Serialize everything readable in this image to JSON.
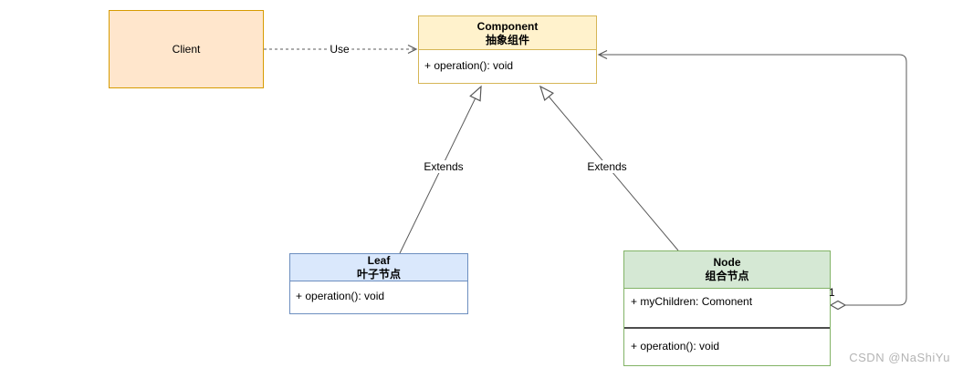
{
  "classes": {
    "client": {
      "name": "Client"
    },
    "component": {
      "name": "Component",
      "name_cn": "抽象组件",
      "operations": [
        "+ operation(): void"
      ]
    },
    "leaf": {
      "name": "Leaf",
      "name_cn": "叶子节点",
      "operations": [
        "+ operation(): void"
      ]
    },
    "node": {
      "name": "Node",
      "name_cn": "组合节点",
      "attributes": [
        "+ myChildren: Comonent"
      ],
      "operations": [
        "+ operation(): void"
      ]
    }
  },
  "edges": {
    "use": {
      "label": "Use",
      "type": "dashed-dependency",
      "from": "Client",
      "to": "Component"
    },
    "leaf_extends": {
      "label": "Extends",
      "type": "generalization",
      "from": "Leaf",
      "to": "Component"
    },
    "node_extends": {
      "label": "Extends",
      "type": "generalization",
      "from": "Node",
      "to": "Component"
    },
    "aggregation": {
      "multiplicity": "1",
      "type": "aggregation",
      "from": "Node",
      "to": "Component"
    }
  },
  "watermark": {
    "text": "CSDN @NaShiYu"
  },
  "colors": {
    "client_fill": "#FFE6CC",
    "client_border": "#D79B00",
    "component_fill": "#FFF2CC",
    "component_border": "#D6B656",
    "leaf_fill": "#DAE8FC",
    "leaf_border": "#6C8EBF",
    "node_fill": "#D5E8D4",
    "node_border": "#82B366",
    "edge_stroke": "#595959",
    "watermark_text": "#B4B4B4"
  }
}
